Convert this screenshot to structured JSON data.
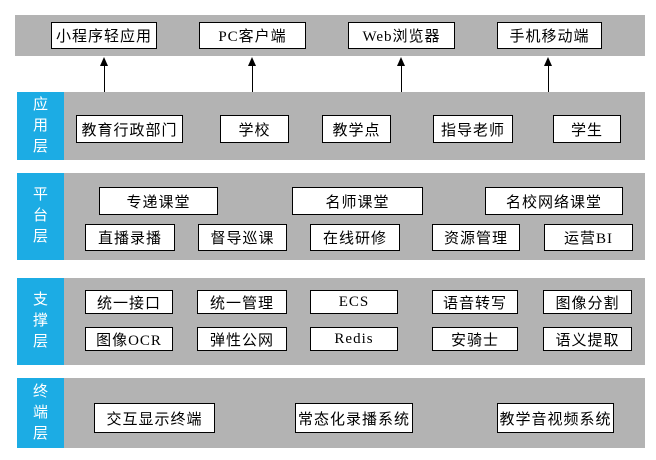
{
  "colors": {
    "layer_label_blue": "#1cace4",
    "band_gray": "#b3b3b3",
    "box_bg": "#ffffff",
    "box_border": "#000000",
    "arrow": "#000000"
  },
  "client_bar": {
    "items": [
      {
        "label": "小程序轻应用"
      },
      {
        "label": "PC客户端"
      },
      {
        "label": "Web浏览器"
      },
      {
        "label": "手机移动端"
      }
    ]
  },
  "layers": [
    {
      "label": "应用层",
      "rows": [
        [
          "教育行政部门",
          "学校",
          "教学点",
          "指导老师",
          "学生"
        ]
      ]
    },
    {
      "label": "平台层",
      "rows": [
        [
          "专递课堂",
          "名师课堂",
          "名校网络课堂"
        ],
        [
          "直播录播",
          "督导巡课",
          "在线研修",
          "资源管理",
          "运营BI"
        ]
      ]
    },
    {
      "label": "支撑层",
      "rows": [
        [
          "统一接口",
          "统一管理",
          "ECS",
          "语音转写",
          "图像分割"
        ],
        [
          "图像OCR",
          "弹性公网",
          "Redis",
          "安骑士",
          "语义提取"
        ]
      ]
    },
    {
      "label": "终端层",
      "rows": [
        [
          "交互显示终端",
          "常态化录播系统",
          "教学音视频系统"
        ]
      ]
    }
  ]
}
